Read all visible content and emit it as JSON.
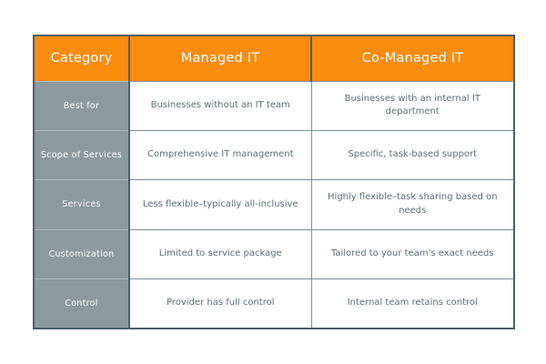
{
  "table": {
    "columns": [
      {
        "key": "category",
        "label": "Category"
      },
      {
        "key": "managed",
        "label": "Managed IT"
      },
      {
        "key": "comanaged",
        "label": "Co-Managed IT"
      }
    ],
    "rows": [
      {
        "category": "Best for",
        "managed": "Businesses without an IT team",
        "comanaged": "Businesses with an internal IT department"
      },
      {
        "category": "Scope of Services",
        "managed": "Comprehensive IT management",
        "comanaged": "Specific, task-based support"
      },
      {
        "category": "Services",
        "managed": "Less flexible–typically all-inclusive",
        "comanaged": "Highly flexible–task sharing based on needs"
      },
      {
        "category": "Customization",
        "managed": "Limited to service package",
        "comanaged": "Tailored to your team's exact needs"
      },
      {
        "category": "Control",
        "managed": "Provider has full control",
        "comanaged": "Internal team retains control"
      }
    ]
  },
  "colors": {
    "header_background": "#fa8c0e",
    "header_text": "#ffffff",
    "category_background": "#8c9a9d",
    "category_text": "#ffffff",
    "data_background": "#ffffff",
    "data_text": "#5d6f77",
    "border": "#4b5f68",
    "inner_border": "#7d8f97",
    "page_background": "#ffffff"
  }
}
